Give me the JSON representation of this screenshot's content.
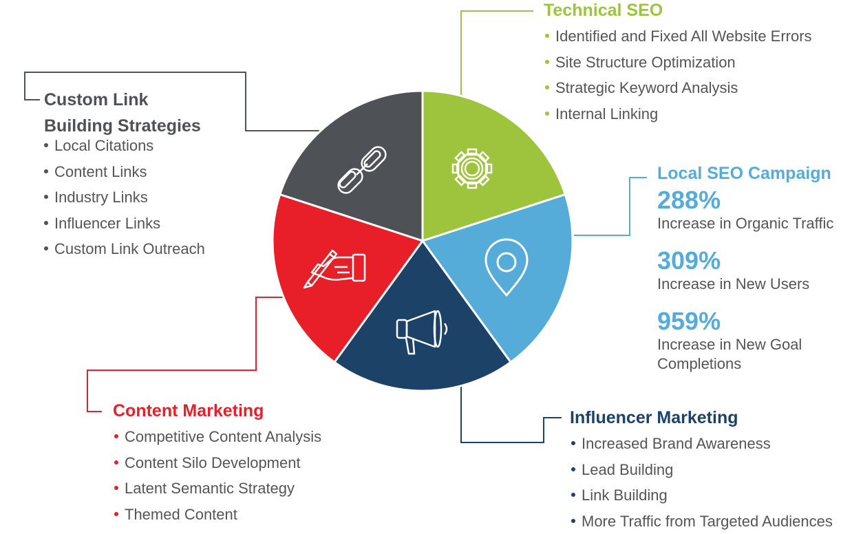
{
  "colors": {
    "gray": "#4e5256",
    "green": "#9dc43c",
    "blue": "#56acd9",
    "navy": "#1d4268",
    "red": "#e81e28",
    "text": "#555555"
  },
  "segments": [
    {
      "name": "custom-link-building",
      "color": "#4e5256",
      "icon": "chain-link-icon"
    },
    {
      "name": "technical-seo",
      "color": "#9dc43c",
      "icon": "gear-icon"
    },
    {
      "name": "local-seo-campaign",
      "color": "#56acd9",
      "icon": "map-pin-icon"
    },
    {
      "name": "influencer-marketing",
      "color": "#1d4268",
      "icon": "megaphone-icon"
    },
    {
      "name": "content-marketing",
      "color": "#e81e28",
      "icon": "hand-pen-icon"
    }
  ],
  "technical_seo": {
    "title": "Technical SEO",
    "items": [
      "Identified and Fixed All Website Errors",
      "Site Structure Optimization",
      "Strategic Keyword Analysis",
      "Internal Linking"
    ]
  },
  "custom_link": {
    "title_line1": "Custom Link",
    "title_line2": "Building Strategies",
    "items": [
      "Local Citations",
      "Content Links",
      "Industry Links",
      "Influencer Links",
      "Custom Link Outreach"
    ]
  },
  "local_seo": {
    "title": "Local SEO Campaign",
    "stats": [
      {
        "value": "288%",
        "label": "Increase in Organic Traffic"
      },
      {
        "value": "309%",
        "label": "Increase in New Users"
      },
      {
        "value": "959%",
        "label_line1": "Increase in New Goal",
        "label_line2": "Completions"
      }
    ]
  },
  "content_marketing": {
    "title": "Content Marketing",
    "items": [
      "Competitive Content Analysis",
      "Content Silo Development",
      "Latent Semantic Strategy",
      "Themed Content"
    ]
  },
  "influencer_marketing": {
    "title": "Influencer Marketing",
    "items": [
      "Increased Brand Awareness",
      "Lead Building",
      "Link Building",
      "More Traffic from Targeted Audiences"
    ]
  }
}
